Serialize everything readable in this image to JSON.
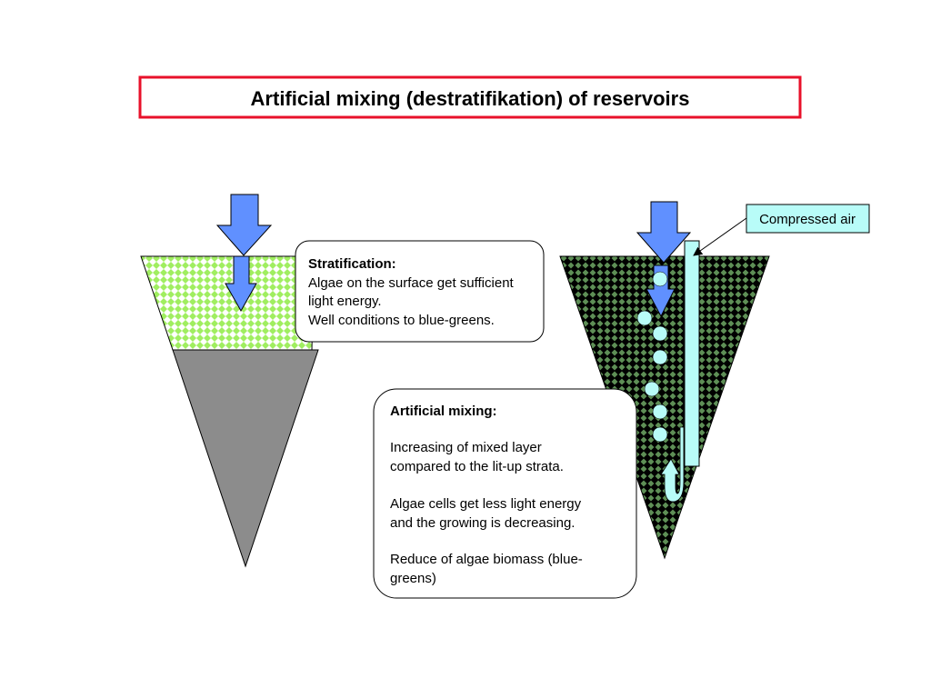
{
  "title": "Artificial mixing  (destratifikation) of reservoirs",
  "stratification": {
    "heading": "Stratification:",
    "lines": [
      "Algae on the surface get sufficient",
      "light energy.",
      "Well conditions to blue-greens."
    ]
  },
  "mixing": {
    "heading": "Artificial mixing:",
    "lines": [
      "Increasing of mixed layer",
      "compared to the lit-up strata.",
      "Algae cells get less light energy",
      "and the growing is decreasing.",
      "Reduce of algae biomass (blue-",
      "greens)"
    ]
  },
  "callout": "Compressed air",
  "colors": {
    "title_border": "#e8102a",
    "arrow": "#6090ff",
    "air": "#b8fcf8",
    "light_green": "#a0ee60",
    "dark_green": "#4d7a48",
    "gray": "#8c8c8c"
  }
}
